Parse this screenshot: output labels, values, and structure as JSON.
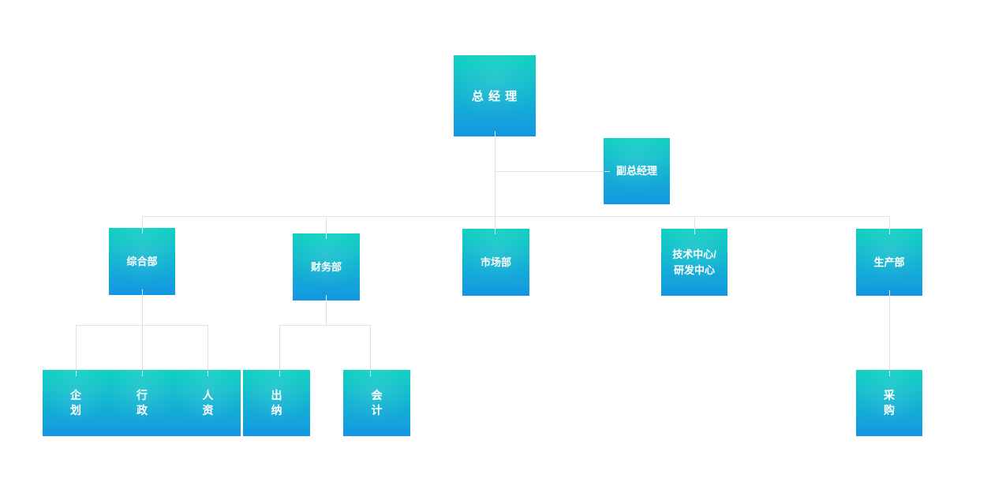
{
  "org": {
    "colors": {
      "box_gradient_top": "#12d2c2",
      "box_gradient_bottom": "#1496e2",
      "connector": "#dfe2e4",
      "connector_on_box": "#ffffff",
      "label_text": "#ffffff",
      "background": "#ffffff"
    },
    "nodes": [
      {
        "id": "general-manager",
        "label": "总 经 理"
      },
      {
        "id": "deputy-general-manager",
        "label": "副总经理"
      },
      {
        "id": "general-affairs-dept",
        "label": "综合部"
      },
      {
        "id": "finance-dept",
        "label": "财务部"
      },
      {
        "id": "marketing-dept",
        "label": "市场部"
      },
      {
        "id": "tech-rnd-center",
        "label": "技术中心/\n研发中心"
      },
      {
        "id": "production-dept",
        "label": "生产部"
      },
      {
        "id": "planning",
        "label": "企\n划"
      },
      {
        "id": "administration",
        "label": "行\n政"
      },
      {
        "id": "human-resources",
        "label": "人\n资"
      },
      {
        "id": "cashier",
        "label": "出\n纳"
      },
      {
        "id": "accounting",
        "label": "会\n计"
      },
      {
        "id": "purchasing",
        "label": "采\n购"
      }
    ],
    "edges": [
      {
        "from": "general-manager",
        "to": "deputy-general-manager"
      },
      {
        "from": "general-manager",
        "to": "general-affairs-dept"
      },
      {
        "from": "general-manager",
        "to": "finance-dept"
      },
      {
        "from": "general-manager",
        "to": "marketing-dept"
      },
      {
        "from": "general-manager",
        "to": "tech-rnd-center"
      },
      {
        "from": "general-manager",
        "to": "production-dept"
      },
      {
        "from": "general-affairs-dept",
        "to": "planning"
      },
      {
        "from": "general-affairs-dept",
        "to": "administration"
      },
      {
        "from": "general-affairs-dept",
        "to": "human-resources"
      },
      {
        "from": "finance-dept",
        "to": "cashier"
      },
      {
        "from": "finance-dept",
        "to": "accounting"
      },
      {
        "from": "production-dept",
        "to": "purchasing"
      }
    ]
  }
}
